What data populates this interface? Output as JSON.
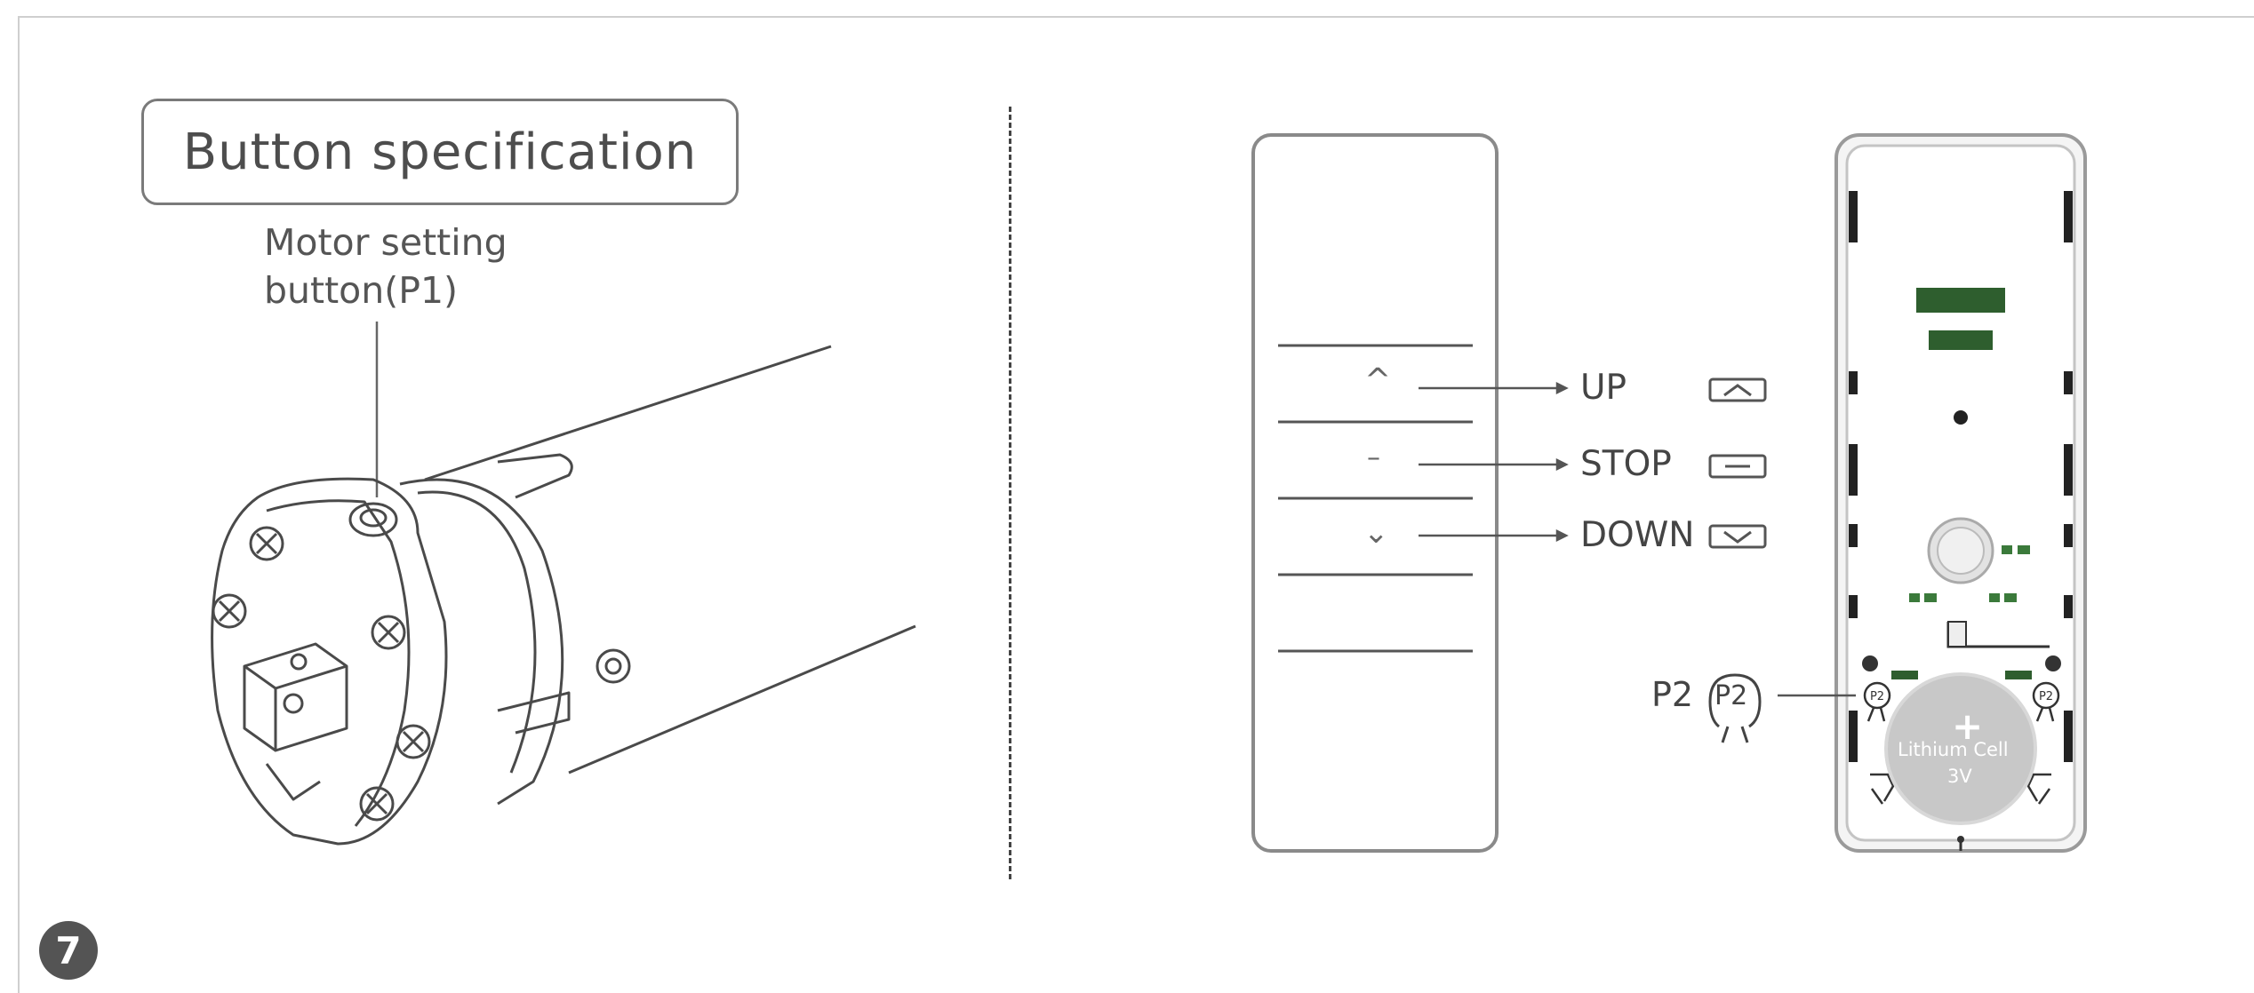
{
  "title": "Button specification",
  "motor": {
    "p1_label_line1": "Motor setting",
    "p1_label_line2": "button(P1)"
  },
  "remote": {
    "buttons": [
      {
        "label": "UP",
        "glyph": "^",
        "icon": "chevron-up-icon"
      },
      {
        "label": "STOP",
        "glyph": "–",
        "icon": "stop-dash-icon"
      },
      {
        "label": "DOWN",
        "glyph": "⌄",
        "icon": "chevron-down-icon"
      }
    ]
  },
  "back": {
    "p2_label": "P2",
    "p2_badge": "P2",
    "battery_line1": "Lithium Cell",
    "battery_line2": "3V",
    "battery_plus": "+",
    "pcb_color": "#2e5e2e"
  },
  "page_number": "7"
}
